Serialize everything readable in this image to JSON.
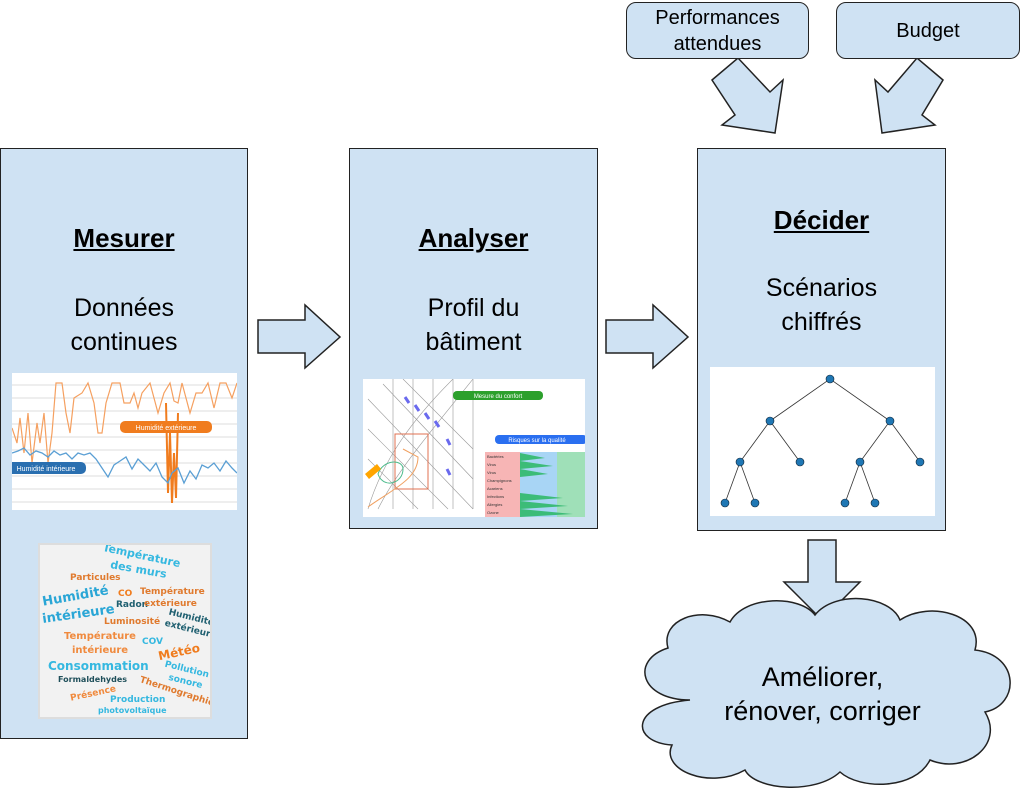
{
  "colors": {
    "box_fill": "#cfe2f3",
    "border": "#222222",
    "orange": "#f07c1e",
    "blue": "#3a8fd0",
    "green": "#2ca02c",
    "tree_node": "#1f77b4"
  },
  "inputs": {
    "performances": {
      "line1": "Performances",
      "line2": "attendues"
    },
    "budget": "Budget"
  },
  "steps": [
    {
      "title": "Mesurer",
      "line1": "Données",
      "line2": "continues"
    },
    {
      "title": "Analyser",
      "line1": "Profil du",
      "line2": "bâtiment"
    },
    {
      "title": "Décider",
      "line1": "Scénarios",
      "line2": "chiffrés"
    }
  ],
  "outcome": {
    "line1": "Améliorer,",
    "line2": "rénover, corriger"
  },
  "timeseries_chart": {
    "label_exterior": "Humidité extérieure",
    "label_interior": "Humidité intérieure"
  },
  "psychro_chart": {
    "label_comfort": "Mesure du confort",
    "label_risks": "Risques sur la qualité",
    "rows": [
      "Bactéries",
      "Virus",
      "Virus",
      "Champignons",
      "Acariens",
      "Infections",
      "Allergies",
      "Ozone"
    ]
  },
  "word_cloud": [
    {
      "text": "Température",
      "color": "#35b8e0"
    },
    {
      "text": "des murs",
      "color": "#35b8e0"
    },
    {
      "text": "Particules",
      "color": "#e07a2e"
    },
    {
      "text": "CO",
      "color": "#f07c1e"
    },
    {
      "text": "Température",
      "color": "#e07a2e"
    },
    {
      "text": "Humidité",
      "color": "#2aa6d6"
    },
    {
      "text": "Radon",
      "color": "#1f5f70"
    },
    {
      "text": "extérieure",
      "color": "#e07a2e"
    },
    {
      "text": "intérieure",
      "color": "#2aa6d6"
    },
    {
      "text": "Luminosité",
      "color": "#e07a2e"
    },
    {
      "text": "Humidité",
      "color": "#1f5f70"
    },
    {
      "text": "extérieure",
      "color": "#1f5f70"
    },
    {
      "text": "Température",
      "color": "#f08a3e"
    },
    {
      "text": "COV",
      "color": "#35b8e0"
    },
    {
      "text": "intérieure",
      "color": "#f08a3e"
    },
    {
      "text": "Météo",
      "color": "#f07c1e"
    },
    {
      "text": "Consommation",
      "color": "#35b8e0"
    },
    {
      "text": "Pollution",
      "color": "#35b8e0"
    },
    {
      "text": "Formaldehydes",
      "color": "#1f4f5a"
    },
    {
      "text": "sonore",
      "color": "#35b8e0"
    },
    {
      "text": "Thermographie",
      "color": "#e07a2e"
    },
    {
      "text": "Présence",
      "color": "#f08a3e"
    },
    {
      "text": "Production",
      "color": "#35b8e0"
    },
    {
      "text": "photovoltaïque",
      "color": "#35b8e0"
    }
  ]
}
